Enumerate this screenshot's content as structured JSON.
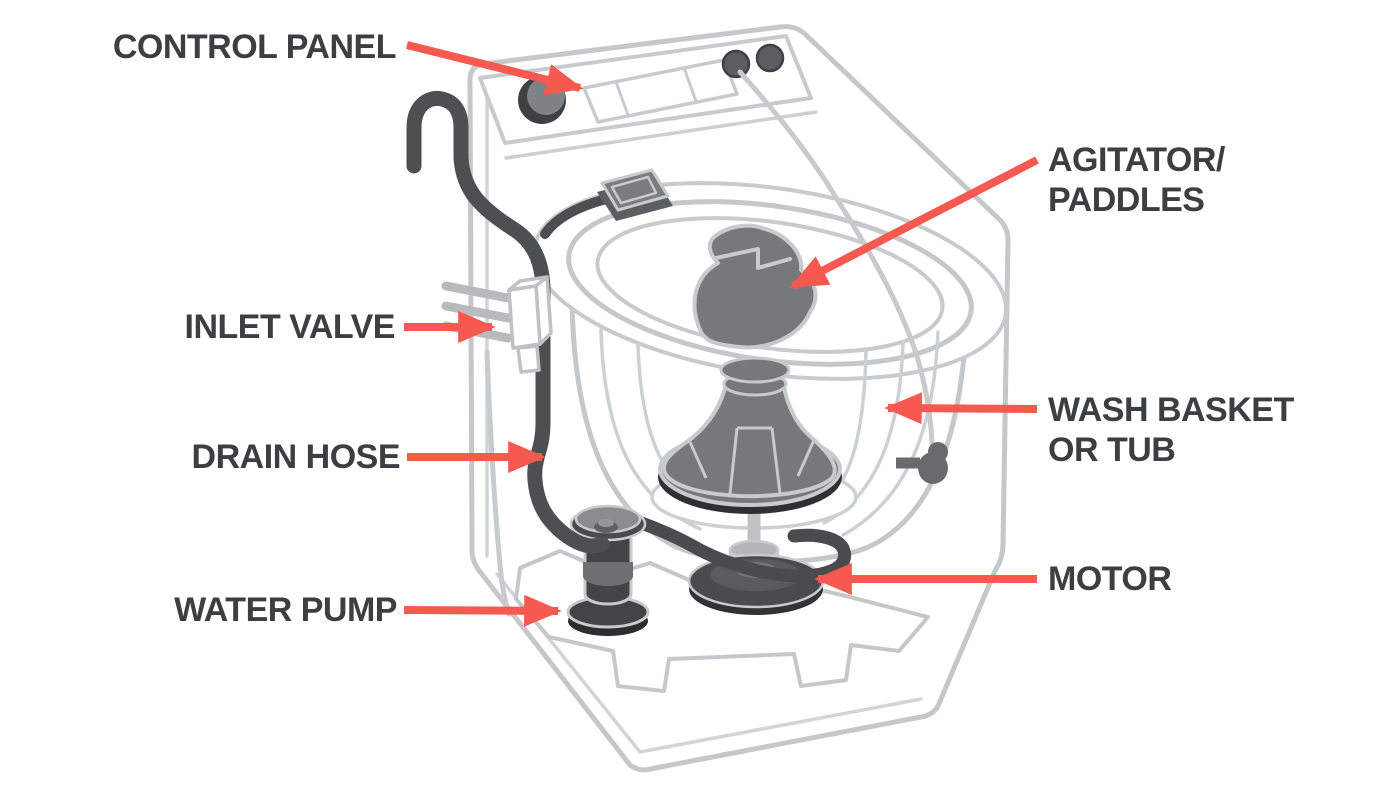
{
  "diagram": {
    "type": "labeled_cutaway_diagram",
    "subject": "Top-loading washing machine parts diagram",
    "background_color": "#ffffff",
    "accent_color": "#f5594f",
    "label_text_color": "#3d3e40",
    "outline_color": "#c5c7c9",
    "part_fill_color": "#77787b",
    "dark_part_color": "#4a4b4d",
    "labels": [
      {
        "id": "control-panel",
        "side": "left",
        "lines": [
          "CONTROL PANEL"
        ]
      },
      {
        "id": "agitator-paddles",
        "side": "right",
        "lines": [
          "AGITATOR/",
          "PADDLES"
        ]
      },
      {
        "id": "inlet-valve",
        "side": "left",
        "lines": [
          "INLET VALVE"
        ]
      },
      {
        "id": "wash-basket-or-tub",
        "side": "right",
        "lines": [
          "WASH BASKET",
          "OR TUB"
        ]
      },
      {
        "id": "drain-hose",
        "side": "left",
        "lines": [
          "DRAIN HOSE"
        ]
      },
      {
        "id": "motor",
        "side": "right",
        "lines": [
          "MOTOR"
        ]
      },
      {
        "id": "water-pump",
        "side": "left",
        "lines": [
          "WATER PUMP"
        ]
      }
    ]
  }
}
